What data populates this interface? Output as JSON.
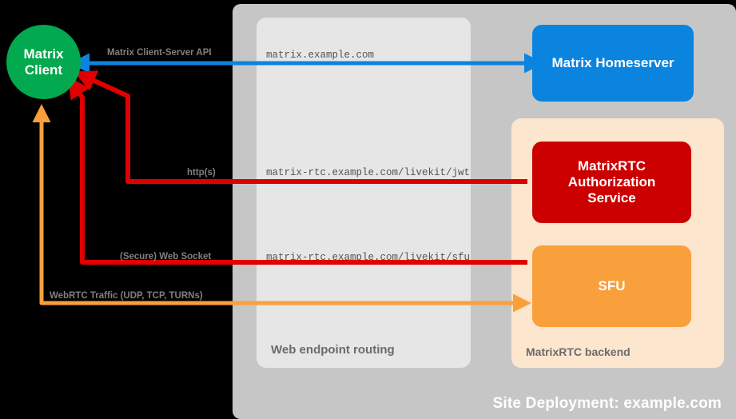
{
  "diagram": {
    "title": "Site Deployment: example.com",
    "background_color": "#000000",
    "site_panel_color": "#c6c6c6",
    "containers": [
      {
        "key": "routing",
        "label": "Web endpoint routing",
        "color": "#e6e6e6"
      },
      {
        "key": "backend",
        "label": "MatrixRTC backend",
        "color": "#fce6cd"
      }
    ],
    "nodes": {
      "client": {
        "line1": "Matrix",
        "line2": "Client",
        "color": "#02a94e"
      },
      "homeserver": {
        "label": "Matrix Homeserver",
        "color": "#0b84df"
      },
      "auth": {
        "line1": "MatrixRTC",
        "line2": "Authorization",
        "line3": "Service",
        "color": "#cc0000"
      },
      "sfu": {
        "label": "SFU",
        "color": "#f9a03c"
      }
    },
    "edges": [
      {
        "key": "csapi",
        "protocol": "Matrix Client-Server API",
        "endpoint": "matrix.example.com",
        "color": "#0b84df"
      },
      {
        "key": "jwt",
        "protocol": "http(s)",
        "endpoint": "matrix-rtc.example.com/livekit/jwt",
        "color": "#e00000"
      },
      {
        "key": "ws",
        "protocol": "(Secure) Web Socket",
        "endpoint": "matrix-rtc.example.com/livekit/sfu",
        "color": "#e00000"
      },
      {
        "key": "webrtc",
        "protocol": "WebRTC Traffic (UDP, TCP, TURNs)",
        "endpoint": "",
        "color": "#f9a03c"
      }
    ]
  }
}
